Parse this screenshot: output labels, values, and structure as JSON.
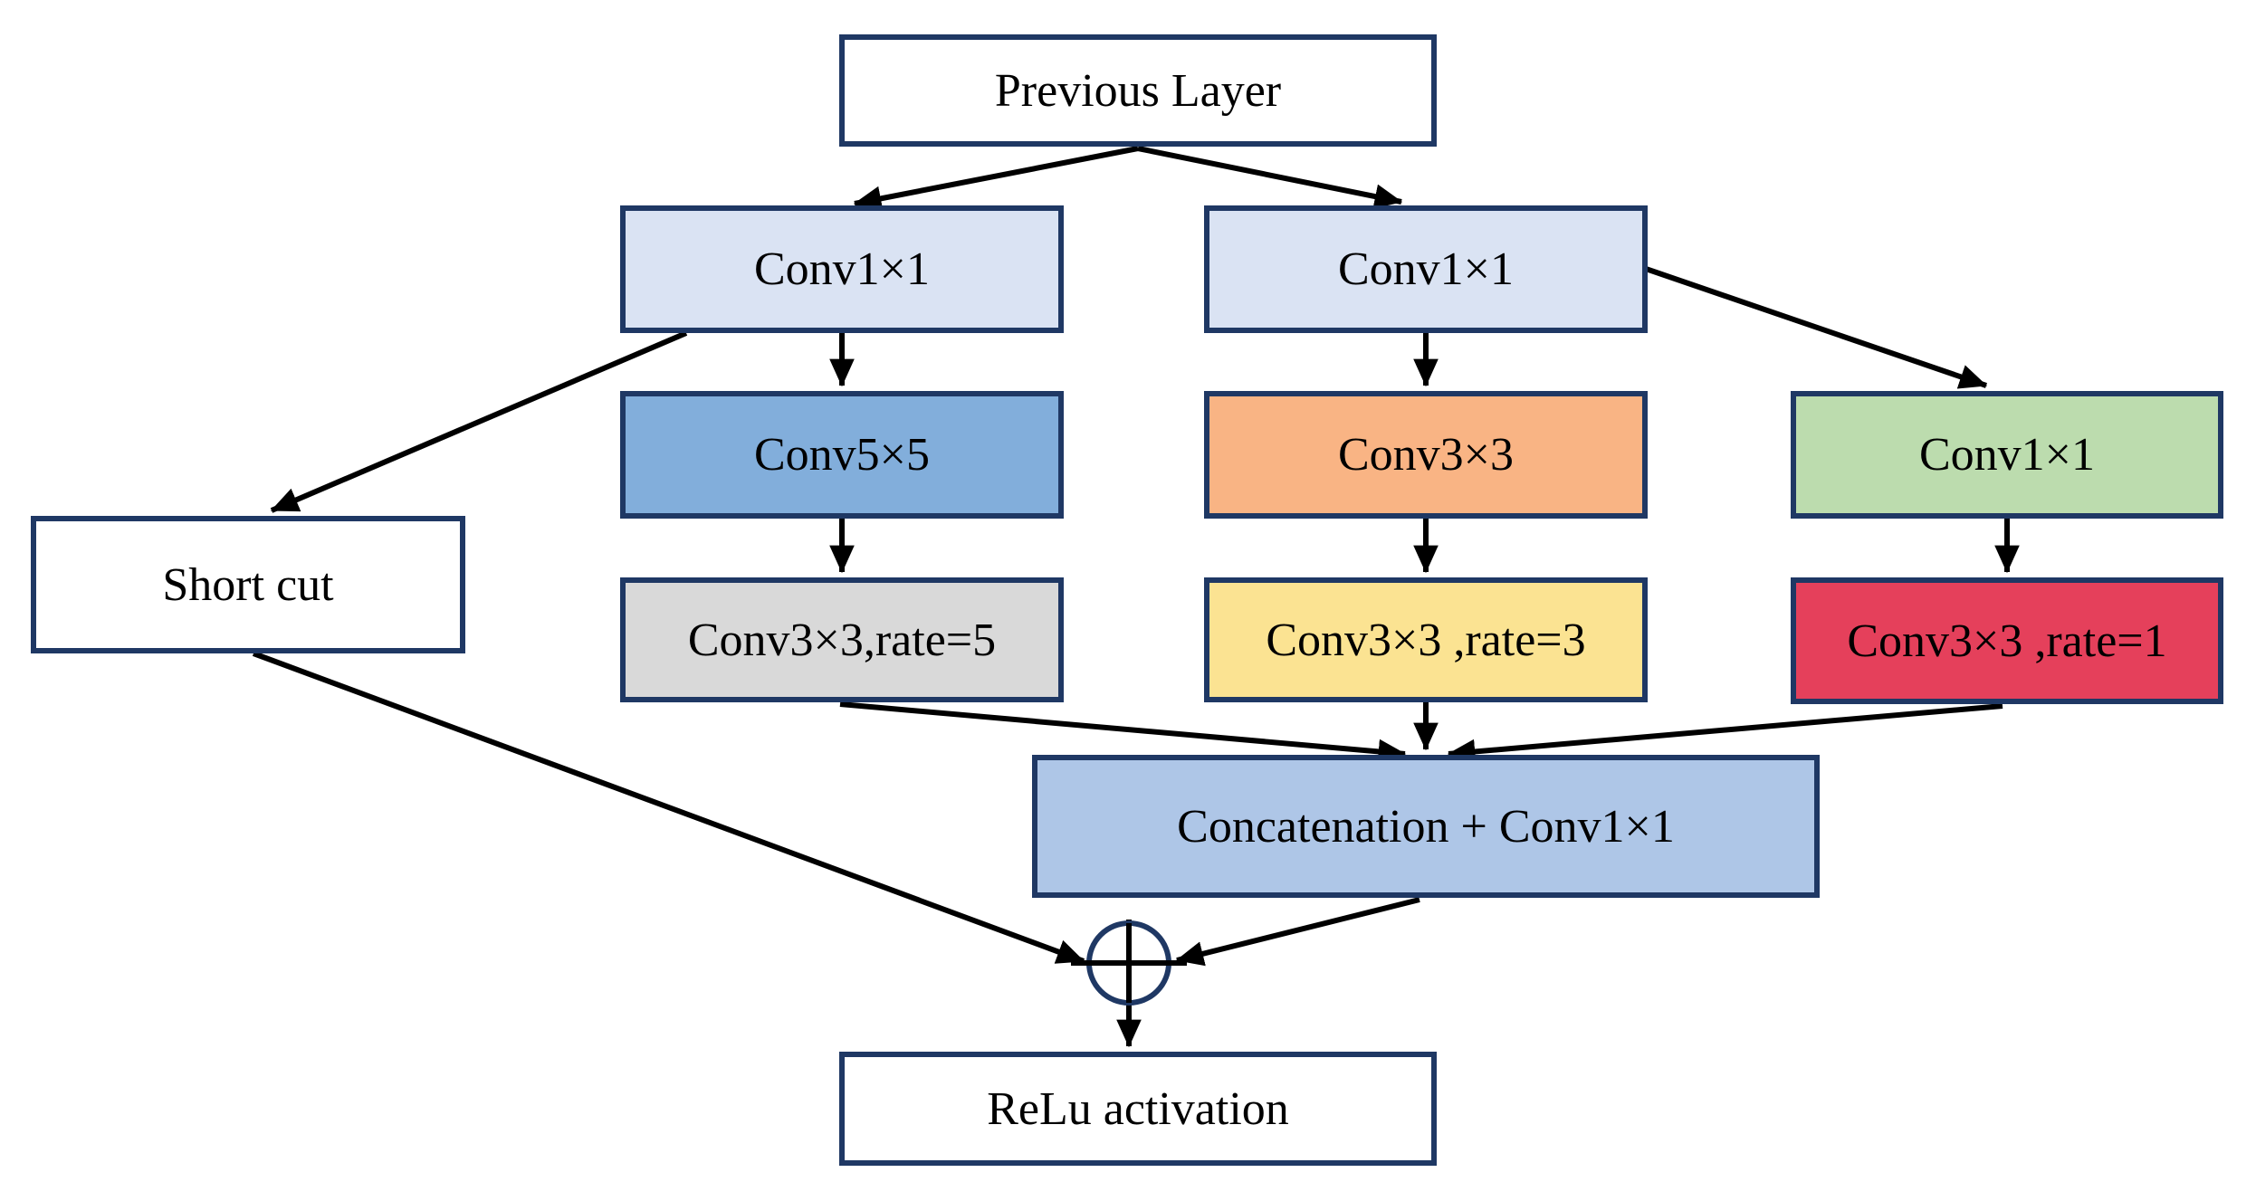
{
  "colors": {
    "background": "#ffffff",
    "navy_border": "#1f3864",
    "arrow": "#000000",
    "text": "#000000"
  },
  "nodes": {
    "previous_layer": {
      "label": "Previous Layer",
      "fill": "#ffffff"
    },
    "conv1x1_left": {
      "label": "Conv1×1",
      "fill": "#dae3f3"
    },
    "conv1x1_mid": {
      "label": "Conv1×1",
      "fill": "#dae3f3"
    },
    "conv5x5": {
      "label": "Conv5×5",
      "fill": "#82aedb"
    },
    "conv3x3_mid": {
      "label": "Conv3×3",
      "fill": "#f9b484"
    },
    "conv1x1_right": {
      "label": "Conv1×1",
      "fill": "#bcdcae"
    },
    "conv3x3_rate5": {
      "label": "Conv3×3,rate=5",
      "fill": "#d9d9d9"
    },
    "conv3x3_rate3": {
      "label": "Conv3×3 ,rate=3",
      "fill": "#fbe392"
    },
    "conv3x3_rate1": {
      "label": "Conv3×3 ,rate=1",
      "fill": "#e5405b"
    },
    "short_cut": {
      "label": "Short cut",
      "fill": "#ffffff"
    },
    "concat": {
      "label": "Concatenation + Conv1×1",
      "fill": "#aec6e7"
    },
    "relu": {
      "label": "ReLu activation",
      "fill": "#ffffff"
    },
    "sum": {
      "symbol": "⊕"
    }
  }
}
